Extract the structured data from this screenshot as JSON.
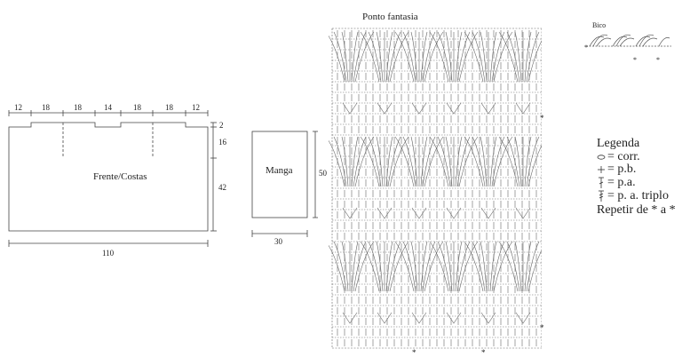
{
  "schematic": {
    "top_measures": [
      "12",
      "18",
      "18",
      "14",
      "18",
      "18",
      "12"
    ],
    "right_measures": [
      "2",
      "16",
      "42"
    ],
    "body_label": "Frente/Costas",
    "body_width": "110",
    "sleeve_label": "Manga",
    "sleeve_height": "50",
    "sleeve_width": "30"
  },
  "chart": {
    "title": "Ponto fantasia",
    "repeat_marker": "*"
  },
  "edging": {
    "title": "Bico"
  },
  "legend": {
    "title": "Legenda",
    "items": [
      {
        "icon": "chain-stitch-icon",
        "label": "= corr."
      },
      {
        "icon": "single-crochet-icon",
        "label": "= p.b."
      },
      {
        "icon": "double-crochet-icon",
        "label": "= p.a."
      },
      {
        "icon": "triple-crochet-icon",
        "label": "= p. a. triplo"
      }
    ],
    "repeat_note": "Repetir de * a *"
  }
}
